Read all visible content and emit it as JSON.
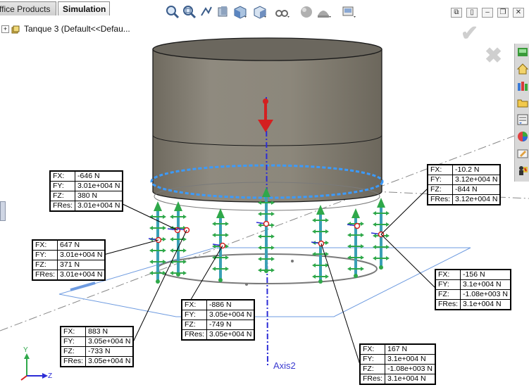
{
  "tabs": [
    {
      "label": "ffice Products"
    },
    {
      "label": "Simulation"
    }
  ],
  "tree": {
    "item": "Tanque 3  (Default<<Defau..."
  },
  "hud_icons": [
    "zoom-to-fit-icon",
    "zoom-area-icon",
    "previous-view-icon",
    "section-view-icon",
    "view-orientation-icon",
    "display-style-icon",
    "hide-show-icon",
    "edit-appearance-icon",
    "scene-icon",
    "view-settings-icon"
  ],
  "task_pane_icons": [
    "resources-icon",
    "home-icon",
    "design-library-icon",
    "file-explorer-icon",
    "view-palette-icon",
    "appearances-icon",
    "custom-properties-icon",
    "forum-icon"
  ],
  "labels": {
    "fx": "FX:",
    "fy": "FY:",
    "fz": "FZ:",
    "fres": "FRes:"
  },
  "reactions": [
    {
      "fx": "-646 N",
      "fy": "3.01e+004 N",
      "fz": "380 N",
      "fres": "3.01e+004 N"
    },
    {
      "fx": "647 N",
      "fy": "3.01e+004 N",
      "fz": "371 N",
      "fres": "3.01e+004 N"
    },
    {
      "fx": "883 N",
      "fy": "3.05e+004 N",
      "fz": "-733 N",
      "fres": "3.05e+004 N"
    },
    {
      "fx": "-886 N",
      "fy": "3.05e+004 N",
      "fz": "-749 N",
      "fres": "3.05e+004 N"
    },
    {
      "fx": "167 N",
      "fy": "3.1e+004 N",
      "fz": "-1.08e+003 N",
      "fres": "3.1e+004 N"
    },
    {
      "fx": "-156 N",
      "fy": "3.1e+004 N",
      "fz": "-1.08e+003 N",
      "fres": "3.1e+004 N"
    },
    {
      "fx": "-10.2 N",
      "fy": "3.12e+004 N",
      "fz": "-844 N",
      "fres": "3.12e+004 N"
    }
  ],
  "axis_label": "Axis2",
  "triad": {
    "y": "Y",
    "z": "Z"
  },
  "colors": {
    "tank_body": "#8a8578",
    "fixture_green": "#2fa84a",
    "axis_blue": "#2c2cd6",
    "load_red": "#d42020"
  }
}
